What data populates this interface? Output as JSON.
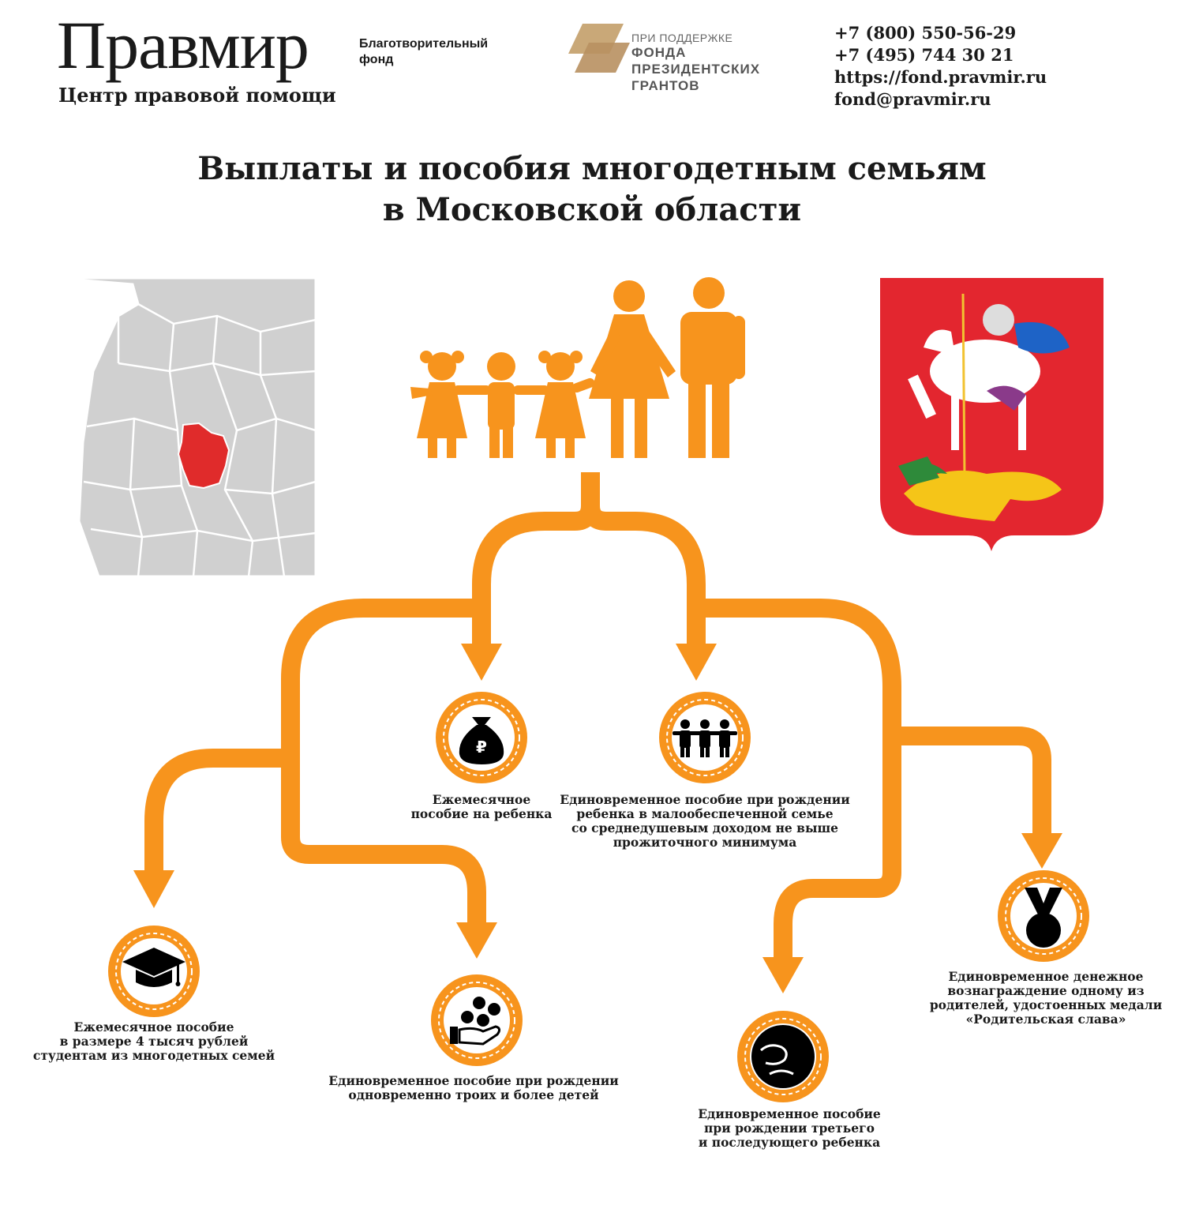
{
  "header": {
    "brand": "Правмир",
    "subtitle": "Центр правовой помощи",
    "fund_label": "Благотворительный фонд",
    "grant_support": {
      "line1": "ПРИ ПОДДЕРЖКЕ",
      "line2": "ФОНДА",
      "line3": "ПРЕЗИДЕНТСКИХ",
      "line4": "ГРАНТОВ"
    },
    "contacts": {
      "phone1": "+7 (800) 550-56-29",
      "phone2": "+7 (495) 744 30 21",
      "website": "https://fond.pravmir.ru",
      "email": "fond@pravmir.ru"
    }
  },
  "title": {
    "line1": "Выплаты и пособия многодетным семьям",
    "line2": "в Московской области"
  },
  "benefits": [
    {
      "id": "monthly-child",
      "icon": "money-bag-ruble-icon",
      "lines": [
        "Ежемесячное",
        "пособие на ребенка"
      ]
    },
    {
      "id": "lump-low-income",
      "icon": "children-group-icon",
      "lines": [
        "Единовременное пособие при рождении",
        "ребенка в малообеспеченной семье",
        "со среднедушевым доходом не выше",
        "прожиточного минимума"
      ]
    },
    {
      "id": "students",
      "icon": "graduation-cap-icon",
      "lines": [
        "Ежемесячное пособие",
        "в размере 4 тысяч рублей",
        "студентам из многодетных семей"
      ]
    },
    {
      "id": "triplets",
      "icon": "hand-coins-icon",
      "lines": [
        "Единовременное пособие при рождении",
        "одновременно троих и более детей"
      ]
    },
    {
      "id": "third-child",
      "icon": "pregnant-icon",
      "lines": [
        "Единовременное пособие",
        "при рождении третьего",
        "и последующего ребенка"
      ]
    },
    {
      "id": "medal",
      "icon": "medal-icon",
      "lines": [
        "Единовременное денежное",
        "вознаграждение одному из",
        "родителей, удостоенных медали",
        "«Родительская слава»"
      ]
    }
  ],
  "colors": {
    "accent": "#f7941d",
    "map_gray": "#d0d0d0",
    "region_red": "#e02b2b",
    "shield_red": "#e3262f",
    "text": "#1a1a1a"
  }
}
